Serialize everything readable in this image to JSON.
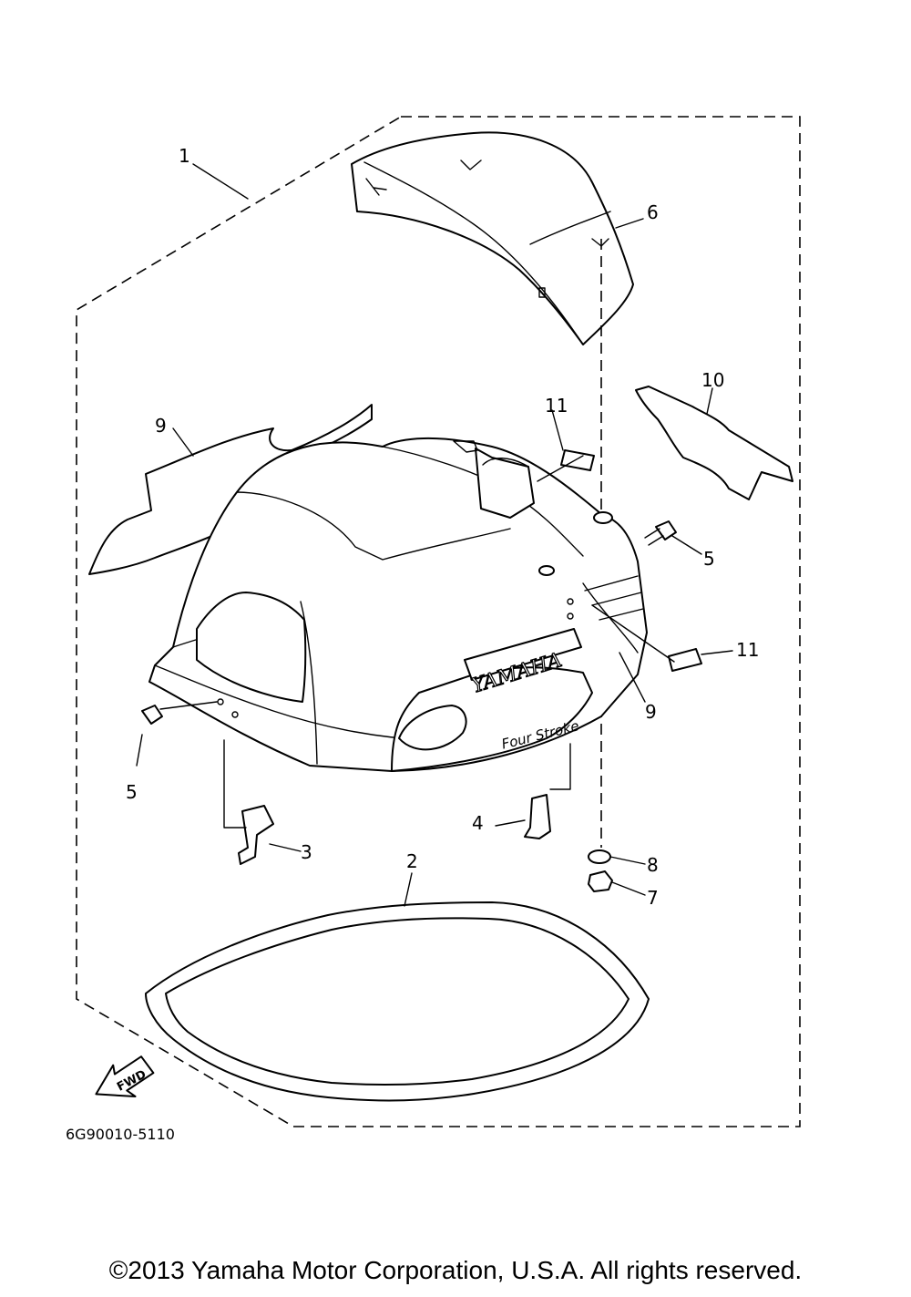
{
  "diagram": {
    "part_number": "6G90010-5110",
    "fwd_label": "FWD",
    "brand_decal": "YAMAHA",
    "model_decal": "Four Stroke",
    "callouts": {
      "c1": "1",
      "c2": "2",
      "c3": "3",
      "c4": "4",
      "c5_right": "5",
      "c5_left": "5",
      "c6": "6",
      "c7": "7",
      "c8": "8",
      "c9_left": "9",
      "c9_right": "9",
      "c10": "10",
      "c11_top": "11",
      "c11_right": "11"
    }
  },
  "footer": {
    "copyright": "©2013 Yamaha Motor Corporation, U.S.A. All rights reserved."
  }
}
